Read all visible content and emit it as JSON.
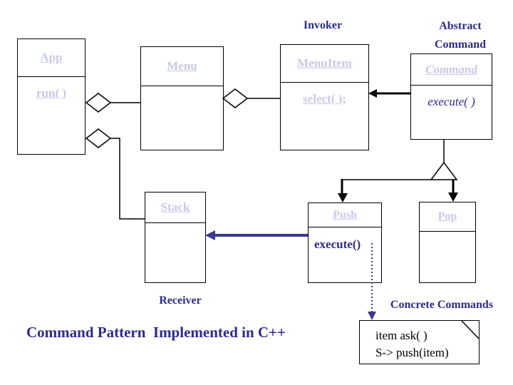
{
  "diagram": {
    "title": "Command Pattern  Implemented in C++",
    "labels": {
      "invoker": "Invoker",
      "abstract_line1": "Abstract",
      "abstract_line2": "Command",
      "receiver": "Receiver",
      "concrete_commands": "Concrete Commands"
    },
    "classes": [
      {
        "id": "app",
        "name": "App",
        "members": [
          "run( )"
        ]
      },
      {
        "id": "menu",
        "name": "Menu",
        "members": []
      },
      {
        "id": "menuitem",
        "name": "MenuItem",
        "members": [
          "select( );"
        ]
      },
      {
        "id": "command",
        "name": "Command",
        "members": [
          "execute( )"
        ]
      },
      {
        "id": "stack",
        "name": "Stack",
        "members": []
      },
      {
        "id": "push",
        "name": "Push",
        "members": [
          "execute()"
        ]
      },
      {
        "id": "pop",
        "name": "Pop",
        "members": []
      }
    ],
    "note": {
      "line1": "item ask( )",
      "line2": "S-> push(item)"
    },
    "colors": {
      "navy_text": "#2b2b8b",
      "navy_arrow": "#3a3a8e",
      "lavender_class_text": "#c8c8e8",
      "line_black": "#000000",
      "background": "#ffffff"
    }
  }
}
